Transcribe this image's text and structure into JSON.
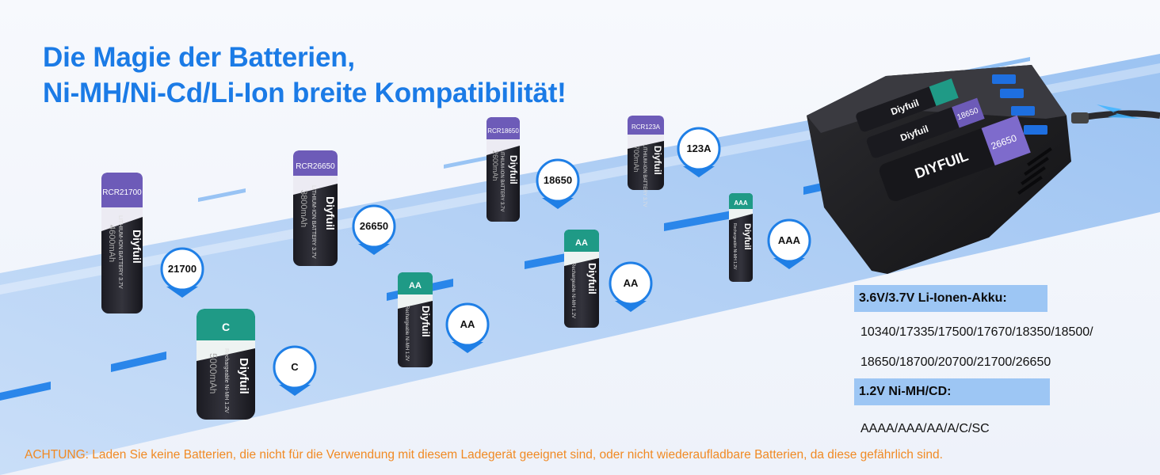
{
  "headline": {
    "line1": "Die Magie der Batterien,",
    "line2": "Ni-MH/Ni-Cd/Li-Ion breite Kompatibilität!"
  },
  "pins": {
    "p21700": "21700",
    "p26650": "26650",
    "p18650": "18650",
    "p123a": "123A",
    "pAA1": "AA",
    "pAA2": "AA",
    "pAAA": "AAA",
    "pC": "C"
  },
  "batteries": {
    "b21700": {
      "cap": "RCR21700",
      "brand": "Diyfuil",
      "spec": "LITHIUM-ION BATTERY 3.7V",
      "mah": "4600mAh",
      "color": "#6d5bb8"
    },
    "b26650": {
      "cap": "RCR26650",
      "brand": "Diyfuil",
      "spec": "LITHIUM-ION BATTERY 3.7V",
      "mah": "3800mAh",
      "color": "#6d5bb8"
    },
    "b18650": {
      "cap": "RCR18650",
      "brand": "Diyfuil",
      "spec": "LITHIUM-ION BATTERY 3.7V",
      "mah": "2600mAh",
      "color": "#6d5bb8"
    },
    "b123a": {
      "cap": "RCR123A",
      "brand": "Diyfuil",
      "spec": "LITHIUM-ION BATTERY 3.7V",
      "mah": "700mAh",
      "color": "#6d5bb8"
    },
    "bAA1": {
      "cap": "AA",
      "brand": "Diyfuil",
      "spec": "Rechargeable Ni-MH 1.2V",
      "color": "#1f9a86"
    },
    "bAA2": {
      "cap": "AA",
      "brand": "Diyfuil",
      "spec": "Rechargeable Ni-MH 1.2V",
      "color": "#1f9a86"
    },
    "bAAA": {
      "cap": "AAA",
      "brand": "Diyfuil",
      "spec": "Rechargeable Ni-MH 1.2V",
      "color": "#1f9a86"
    },
    "bC": {
      "cap": "C",
      "brand": "Diyfuil",
      "spec": "Rechargeable Ni-MH 1.2V",
      "mah": "5000mAh",
      "color": "#1f9a86"
    }
  },
  "charger": {
    "brand_a": "Diyfuil",
    "brand_b": "Diyfuil",
    "brand_c": "DIYFUIL",
    "cell_a": "18650",
    "cell_b": "26650"
  },
  "specs": {
    "liion_title": "3.6V/3.7V  Li-Ionen-Akku:",
    "liion_line1": "10340/17335/17500/17670/18350/18500/",
    "liion_line2": "18650/18700/20700/21700/26650",
    "nimh_title": "1.2V Ni-MH/CD:",
    "nimh_line1": "AAAA/AAA/AA/A/C/SC"
  },
  "warning": "ACHTUNG: Laden Sie keine Batterien, die nicht für die Verwendung mit diesem Ladegerät geeignet sind, oder nicht wiederaufladbare Batterien, da diese gefährlich sind.",
  "colors": {
    "headline": "#1b7be6",
    "warning": "#f08a24",
    "spec_header_bg": "#9dc6f4",
    "road": "#b9d5f6",
    "road_dash": "#2a86ea",
    "liion_wrap": "#6d5bb8",
    "nimh_wrap": "#1f9a86"
  }
}
